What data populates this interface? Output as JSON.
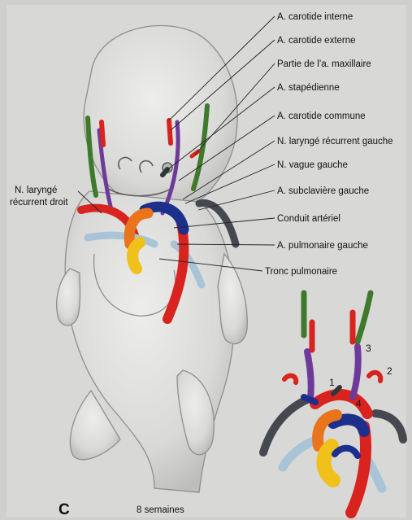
{
  "figure": {
    "panel_letter": "C",
    "caption": "8 semaines"
  },
  "labels": {
    "carotide_interne": "A. carotide interne",
    "carotide_externe": "A. carotide externe",
    "maxillaire": "Partie de l’a. maxillaire",
    "stapedienne": "A. stapédienne",
    "carotide_commune": "A. carotide commune",
    "larynge_gauche": "N. laryngé récurrent gauche",
    "vague_gauche": "N. vague gauche",
    "subclaviere_gauche": "A. subclavière gauche",
    "conduit_arteriel": "Conduit artériel",
    "pulmonaire_gauche": "A. pulmonaire gauche",
    "tronc_pulmonaire": "Tronc pulmonaire",
    "larynge_droit_1": "N. laryngé",
    "larynge_droit_2": "récurrent droit"
  },
  "arch_numbers": [
    "1",
    "2",
    "3",
    "4"
  ],
  "colors": {
    "artery_red": "#d8231f",
    "internal_carotid_green": "#3f7a2c",
    "vagus_purple": "#6d3a99",
    "aorta_blue": "#1c2f8c",
    "conduit_orange": "#e9741c",
    "trunk_yellow": "#f0c11a",
    "pulmonary_light_blue": "#a9c4d6",
    "subclavian_dark": "#45484f",
    "embryo_fill": "#dcdcda"
  }
}
